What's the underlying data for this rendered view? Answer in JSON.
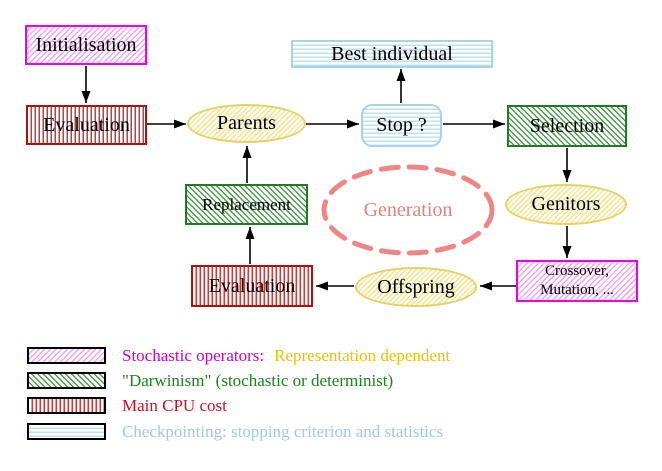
{
  "diagram": {
    "nodes": {
      "initialisation": "Initialisation",
      "evaluation_top": "Evaluation",
      "parents": "Parents",
      "best_individual": "Best individual",
      "stop": "Stop ?",
      "selection": "Selection",
      "genitors": "Genitors",
      "crossover_line1": "Crossover,",
      "crossover_line2": "Mutation, ...",
      "offspring": "Offspring",
      "evaluation_bottom": "Evaluation",
      "replacement": "Replacement",
      "generation": "Generation"
    },
    "legend": {
      "items": [
        {
          "pattern": "magenta-diagonal-hatch",
          "label": "Stochastic operators:",
          "suffix": "Representation dependent"
        },
        {
          "pattern": "green-diagonal-hatch",
          "label": "\"Darwinism\" (stochastic or determinist)",
          "suffix": ""
        },
        {
          "pattern": "red-vertical-stripes",
          "label": "Main CPU cost",
          "suffix": ""
        },
        {
          "pattern": "cyan-horizontal-stripes",
          "label": "Checkpointing: stopping criterion and statistics",
          "suffix": ""
        }
      ]
    },
    "colors": {
      "magenta_border": "#ea00ea",
      "red_border": "#b40f0f",
      "green_border": "#217c21",
      "cyan_border": "#a4d6e8",
      "yellow_border": "#e6d169",
      "salmon_dashed": "#f08585",
      "legend_magenta_text": "#cc00cc",
      "legend_yellow_text": "#eec100",
      "legend_green_text": "#178717",
      "legend_red_text": "#cc1122",
      "legend_cyan_text": "#9ccbe8",
      "arrow": "#000000"
    }
  }
}
